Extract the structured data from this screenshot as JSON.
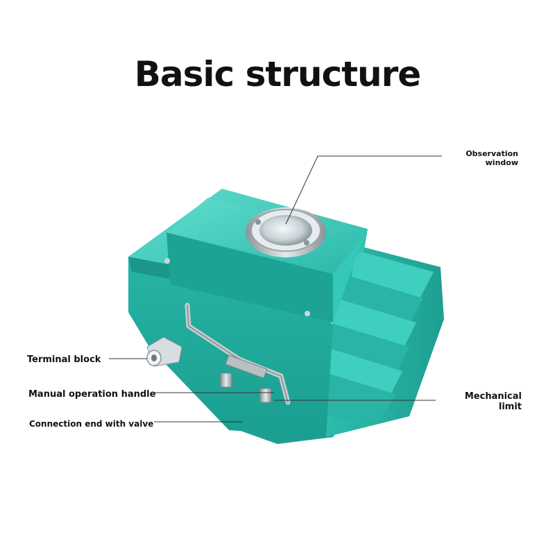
{
  "title": "Basic structure",
  "labels": {
    "observation_window": {
      "line1": "Observation",
      "line2": "window"
    },
    "terminal_block": "Terminal block",
    "manual_operation_handle": "Manual operation handle",
    "connection_end": "Connection end with valve",
    "mechanical_limit": {
      "line1": "Mechanical",
      "line2": "limit"
    }
  },
  "icons": {
    "product": "electric-valve-actuator"
  },
  "colors": {
    "body": "#2cc0b0",
    "body_dark": "#159487",
    "body_light": "#55d8c9",
    "text": "#111111"
  }
}
